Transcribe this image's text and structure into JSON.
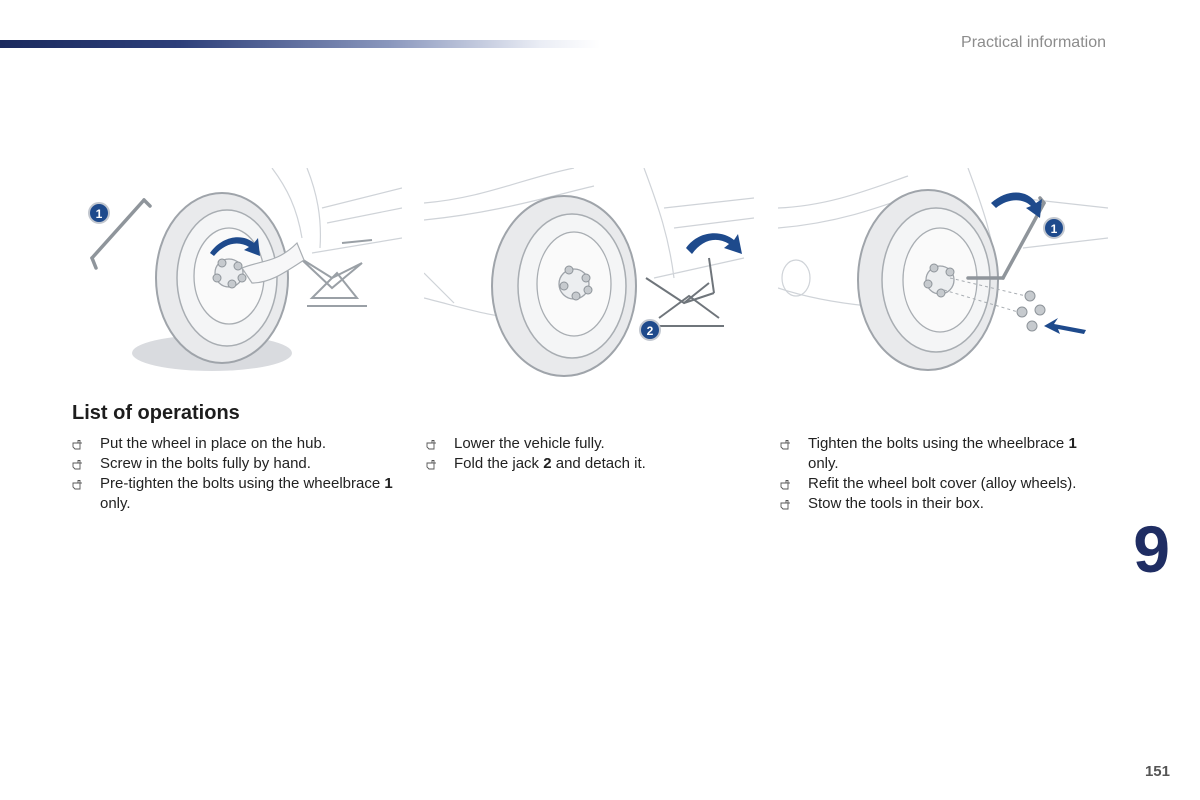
{
  "header": {
    "section_title": "Practical information"
  },
  "figures": [
    {
      "callout": "1",
      "caption_id": "fig-wheelbrace-hand-tighten"
    },
    {
      "callout": "2",
      "caption_id": "fig-lower-jack"
    },
    {
      "callout": "1",
      "caption_id": "fig-tighten-bolts"
    }
  ],
  "content": {
    "heading": "List of operations",
    "column1": [
      {
        "text": "Put the wheel in place on the hub."
      },
      {
        "text": "Screw in the bolts fully by hand."
      },
      {
        "before": "Pre-tighten the bolts using the wheelbrace ",
        "bold": "1",
        "after": " only."
      }
    ],
    "column2": [
      {
        "text": "Lower the vehicle fully."
      },
      {
        "before": "Fold the jack ",
        "bold": "2",
        "after": " and detach it."
      }
    ],
    "column3": [
      {
        "before": "Tighten the bolts using the wheelbrace ",
        "bold": "1",
        "after": " only."
      },
      {
        "text": "Refit the wheel bolt cover (alloy wheels)."
      },
      {
        "text": "Stow the tools in their box."
      }
    ]
  },
  "footer": {
    "chapter_number": "9",
    "page_number": "151"
  },
  "colors": {
    "brand_navy": "#1f2d63",
    "callout_blue": "#1e4a8c"
  },
  "icons": {
    "bullet": "hand-pointer-icon"
  }
}
